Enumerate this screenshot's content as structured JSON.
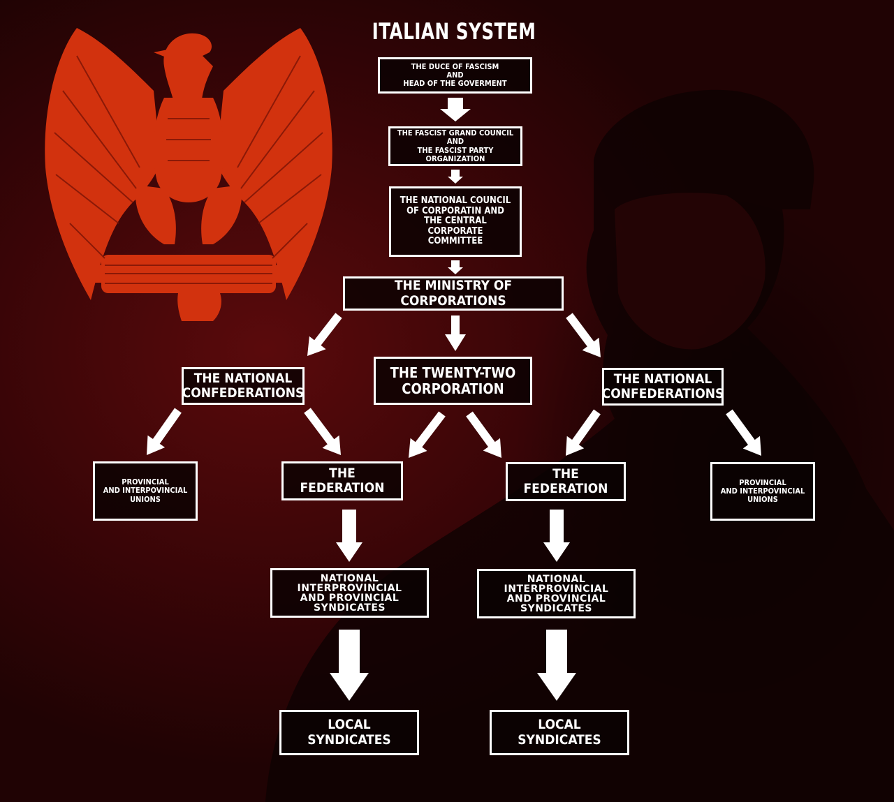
{
  "title": "ITALIAN SYSTEM",
  "colors": {
    "background": "#3a0507",
    "emblem": "#d2320e",
    "box_border": "#ffffff",
    "text": "#ffffff"
  },
  "emblem": {
    "icon": "eagle-fasces-icon"
  },
  "nodes": {
    "duce": "THE DUCE OF FASCISM\nAND\nHEAD OF THE GOVERMENT",
    "grand_council": "THE FASCIST GRAND COUNCIL\nAND\nTHE FASCIST PARTY ORGANIZATION",
    "national_council": "THE NATIONAL COUNCIL\nOF CORPORATIN AND\nTHE CENTRAL CORPORATE\nCOMMITTEE",
    "ministry": "THE MINISTRY OF CORPORATIONS",
    "confed_left": "THE NATIONAL\nCONFEDERATIONS",
    "corporation": "THE TWENTY-TWO\nCORPORATION",
    "confed_right": "THE NATIONAL\nCONFEDERATIONS",
    "unions_left": "PROVINCIAL\nAND INTERPOVINCIAL\nUNIONS",
    "federation_left": "THE FEDERATION",
    "federation_right": "THE FEDERATION",
    "unions_right": "PROVINCIAL\nAND INTERPOVINCIAL\nUNIONS",
    "syndicates_left": "NATIONAL\nINTERPROVINCIAL\nAND PROVINCIAL\nSYNDICATES",
    "syndicates_right": "NATIONAL\nINTERPROVINCIAL\nAND PROVINCIAL\nSYNDICATES",
    "local_left": "LOCAL SYNDICATES",
    "local_right": "LOCAL SYNDICATES"
  },
  "edges": [
    [
      "duce",
      "grand_council"
    ],
    [
      "grand_council",
      "national_council"
    ],
    [
      "national_council",
      "ministry"
    ],
    [
      "ministry",
      "confed_left"
    ],
    [
      "ministry",
      "corporation"
    ],
    [
      "ministry",
      "confed_right"
    ],
    [
      "confed_left",
      "unions_left"
    ],
    [
      "confed_left",
      "federation_left"
    ],
    [
      "corporation",
      "federation_left"
    ],
    [
      "corporation",
      "federation_right"
    ],
    [
      "confed_right",
      "federation_right"
    ],
    [
      "confed_right",
      "unions_right"
    ],
    [
      "federation_left",
      "syndicates_left"
    ],
    [
      "federation_right",
      "syndicates_right"
    ],
    [
      "syndicates_left",
      "local_left"
    ],
    [
      "syndicates_right",
      "local_right"
    ]
  ]
}
